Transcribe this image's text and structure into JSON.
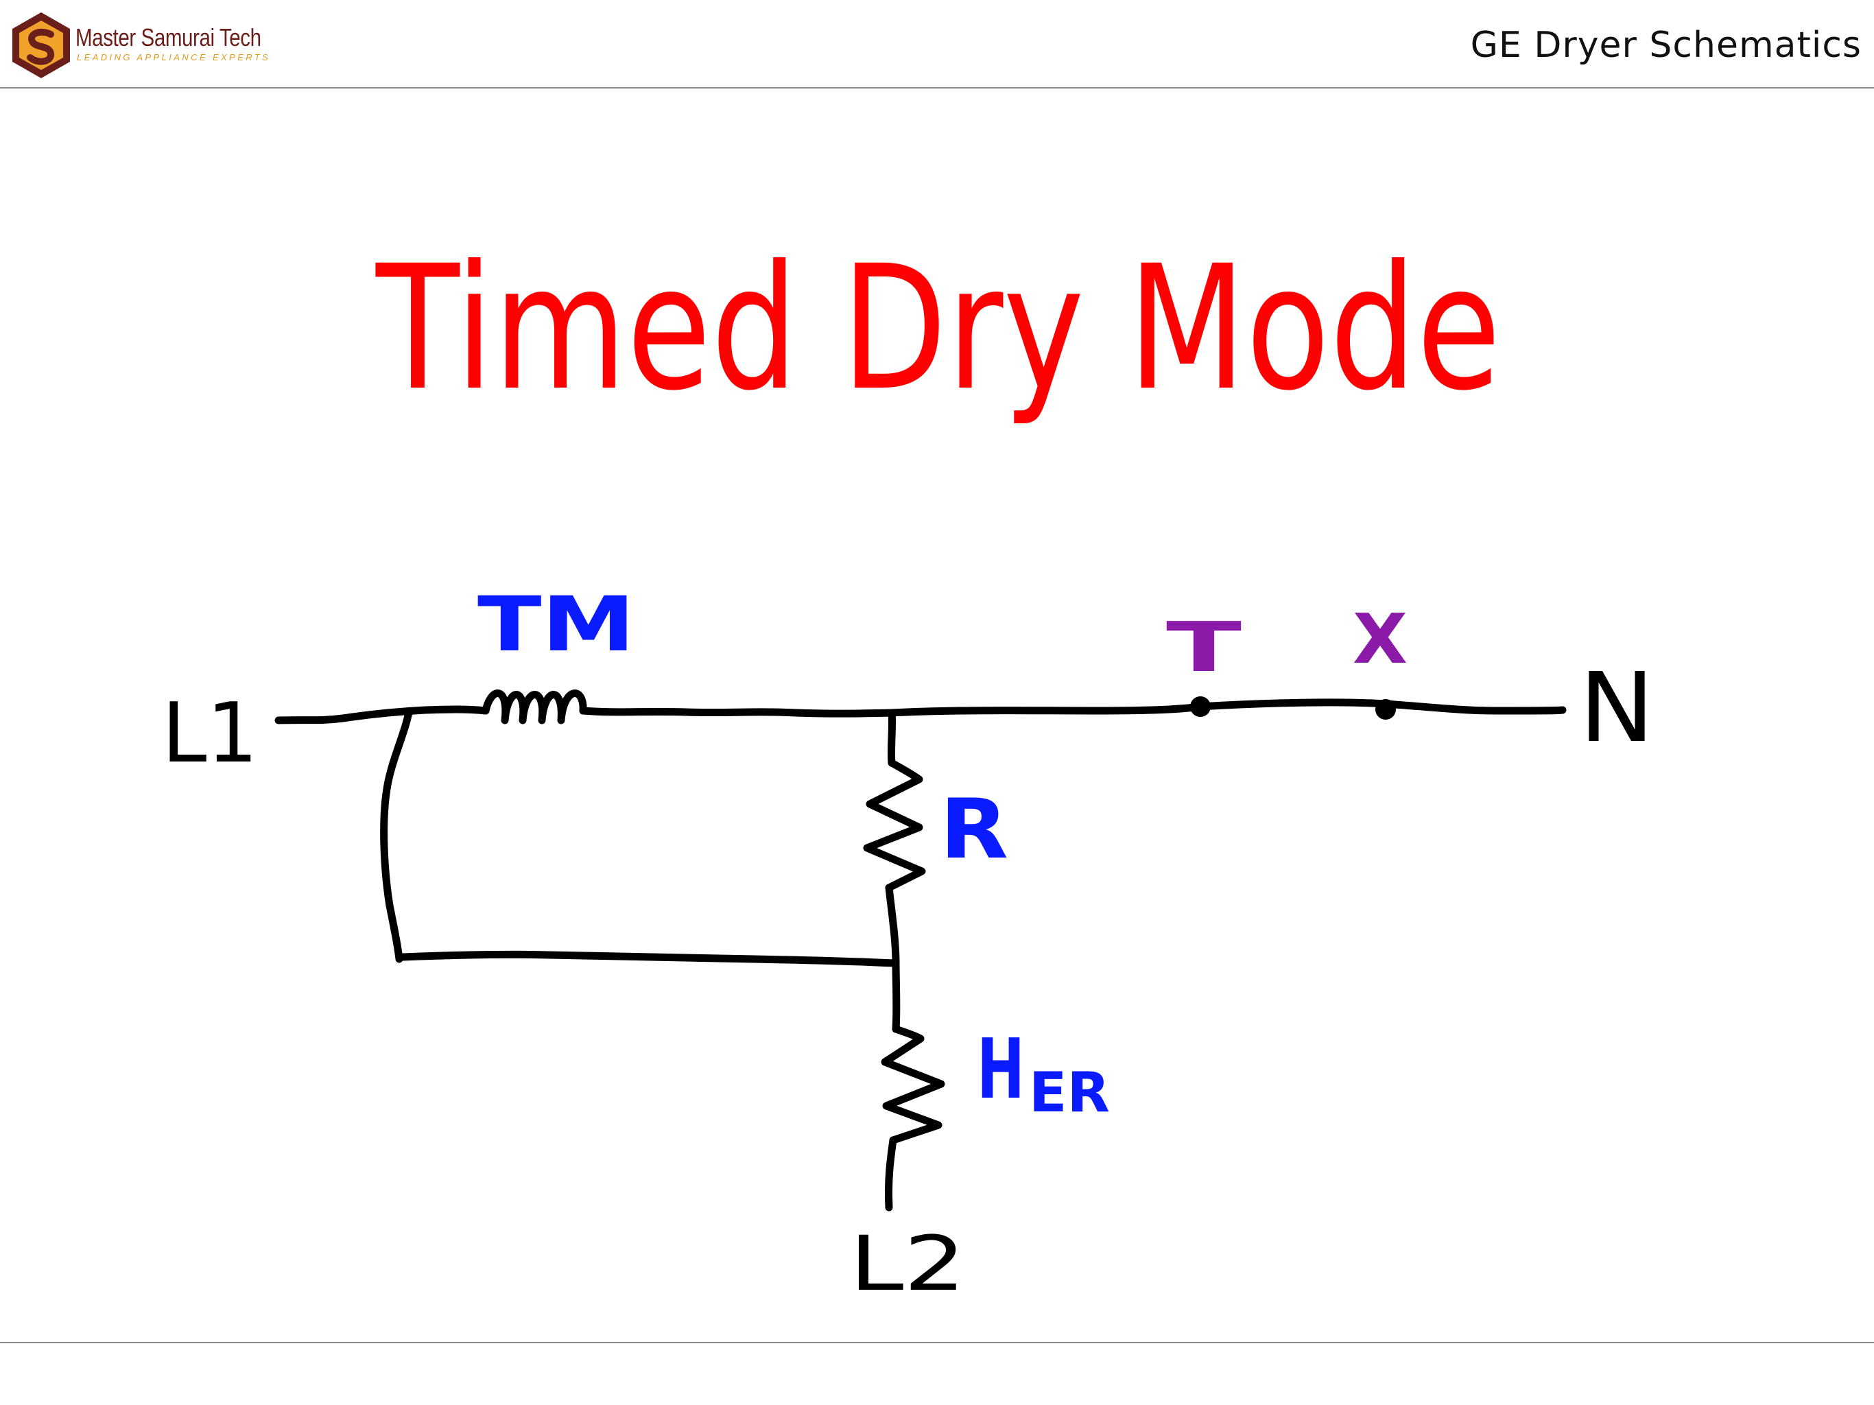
{
  "header": {
    "brand_name": "Master Samurai Tech",
    "brand_tagline": "LEADING APPLIANCE EXPERTS",
    "page_heading": "GE Dryer Schematics"
  },
  "diagram": {
    "title": "Timed Dry Mode",
    "labels": {
      "l1": "L1",
      "l2": "L2",
      "n": "N",
      "tm": "TM",
      "r": "R",
      "heater": "H",
      "heater_sub": "ER",
      "t_contact": "T",
      "x_contact": "X"
    },
    "colors": {
      "title": "#ff0000",
      "wire": "#000000",
      "component_label": "#0a1cff",
      "contact_label": "#8b1aa8",
      "logo_outer": "#6b1f1a",
      "logo_inner": "#f0a22a"
    }
  }
}
